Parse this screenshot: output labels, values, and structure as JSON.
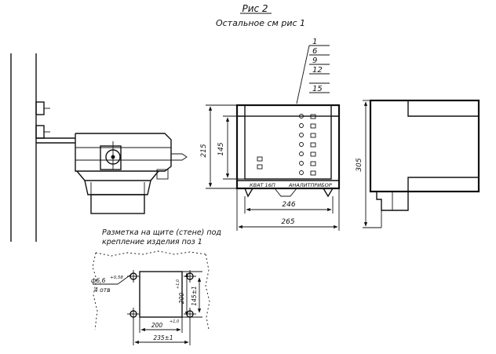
{
  "header": {
    "figure_label": "Рис 2",
    "subtitle": "Остальное  см рис 1"
  },
  "callouts": [
    "1",
    "6",
    "9",
    "12",
    "15"
  ],
  "front_view": {
    "dim_height_outer": "215",
    "dim_height_inner": "145",
    "dim_width_inner": "246",
    "dim_width_outer": "265",
    "plate_left": "КВАТ 16П",
    "plate_right": "АНАЛИТПРИБОР"
  },
  "side_view": {
    "dim_depth": "305"
  },
  "marking": {
    "caption_line1": "Разметка на щите (стене) под",
    "caption_line2": "крепление изделия поз 1",
    "hole_dia": "ф6,6",
    "hole_tol": "+0,58",
    "hole_count": "4 отв",
    "dim_vert_inner": "200",
    "dim_vert_inner_tol": "+1,0",
    "dim_vert_outer": "145±1",
    "dim_horiz_inner": "200",
    "dim_horiz_inner_tol": "+1,0",
    "dim_horiz_outer": "235±1"
  }
}
